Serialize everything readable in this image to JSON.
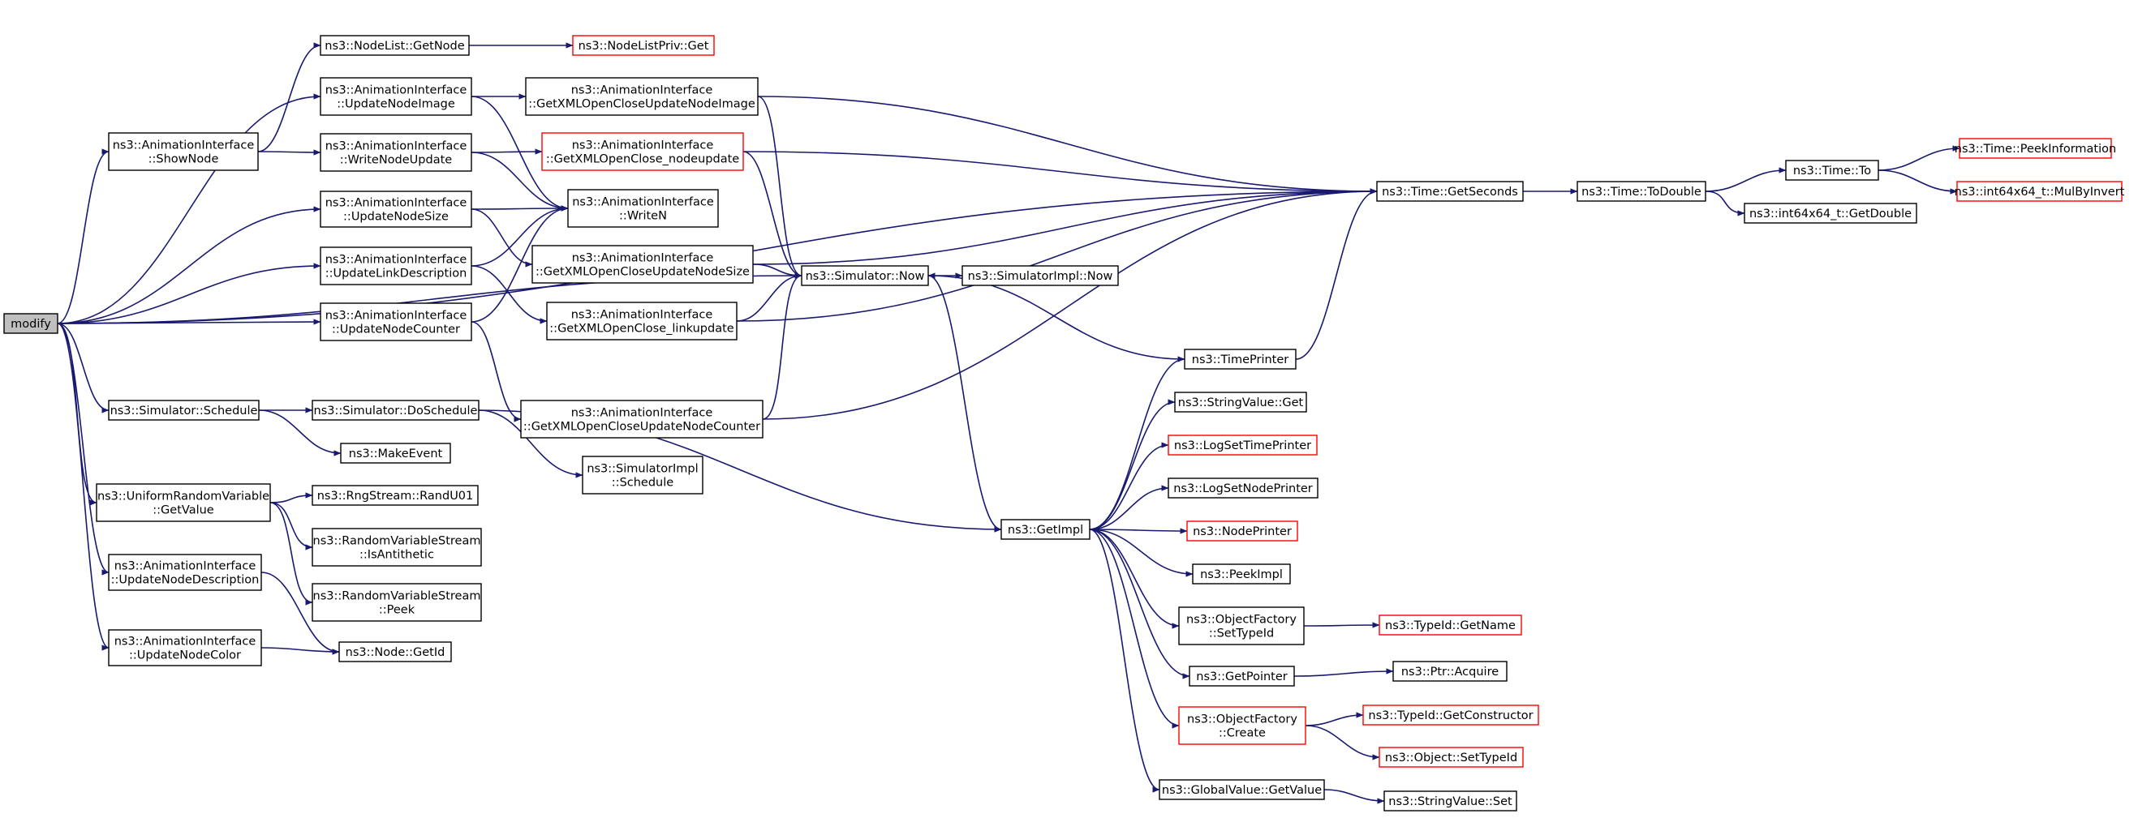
{
  "colors": {
    "edge": "#191970",
    "external_border": "#ff0000",
    "node_border": "#000000",
    "root_fill": "#bfbfbf"
  },
  "nodes": [
    {
      "id": "modify",
      "lines": [
        "modify"
      ],
      "kind": "root"
    },
    {
      "id": "showNode",
      "lines": [
        "ns3::AnimationInterface",
        "::ShowNode"
      ]
    },
    {
      "id": "schedule",
      "lines": [
        "ns3::Simulator::Schedule"
      ]
    },
    {
      "id": "urvGetValue",
      "lines": [
        "ns3::UniformRandomVariable",
        "::GetValue"
      ]
    },
    {
      "id": "updNodeDesc",
      "lines": [
        "ns3::AnimationInterface",
        "::UpdateNodeDescription"
      ]
    },
    {
      "id": "updNodeColor",
      "lines": [
        "ns3::AnimationInterface",
        "::UpdateNodeColor"
      ]
    },
    {
      "id": "nodeListGetNode",
      "lines": [
        "ns3::NodeList::GetNode"
      ]
    },
    {
      "id": "nodeListPrivGet",
      "lines": [
        "ns3::NodeListPriv::Get"
      ],
      "kind": "ext"
    },
    {
      "id": "updNodeImage",
      "lines": [
        "ns3::AnimationInterface",
        "::UpdateNodeImage"
      ]
    },
    {
      "id": "writeNodeUpdate",
      "lines": [
        "ns3::AnimationInterface",
        "::WriteNodeUpdate"
      ]
    },
    {
      "id": "updNodeSize",
      "lines": [
        "ns3::AnimationInterface",
        "::UpdateNodeSize"
      ]
    },
    {
      "id": "updLinkDesc",
      "lines": [
        "ns3::AnimationInterface",
        "::UpdateLinkDescription"
      ]
    },
    {
      "id": "updNodeCounter",
      "lines": [
        "ns3::AnimationInterface",
        "::UpdateNodeCounter"
      ]
    },
    {
      "id": "doSchedule",
      "lines": [
        "ns3::Simulator::DoSchedule"
      ]
    },
    {
      "id": "makeEvent",
      "lines": [
        "ns3::MakeEvent"
      ]
    },
    {
      "id": "randU01",
      "lines": [
        "ns3::RngStream::RandU01"
      ]
    },
    {
      "id": "isAntithetic",
      "lines": [
        "ns3::RandomVariableStream",
        "::IsAntithetic"
      ]
    },
    {
      "id": "peek",
      "lines": [
        "ns3::RandomVariableStream",
        "::Peek"
      ]
    },
    {
      "id": "nodeGetId",
      "lines": [
        "ns3::Node::GetId"
      ]
    },
    {
      "id": "xmlNodeImage",
      "lines": [
        "ns3::AnimationInterface",
        "::GetXMLOpenCloseUpdateNodeImage"
      ]
    },
    {
      "id": "xmlNodeupdate",
      "lines": [
        "ns3::AnimationInterface",
        "::GetXMLOpenClose_nodeupdate"
      ],
      "kind": "ext"
    },
    {
      "id": "writeN",
      "lines": [
        "ns3::AnimationInterface",
        "::WriteN"
      ]
    },
    {
      "id": "xmlNodeSize",
      "lines": [
        "ns3::AnimationInterface",
        "::GetXMLOpenCloseUpdateNodeSize"
      ]
    },
    {
      "id": "xmlLinkupdate",
      "lines": [
        "ns3::AnimationInterface",
        "::GetXMLOpenClose_linkupdate"
      ]
    },
    {
      "id": "xmlNodeCounter",
      "lines": [
        "ns3::AnimationInterface",
        "::GetXMLOpenCloseUpdateNodeCounter"
      ]
    },
    {
      "id": "simImplSchedule",
      "lines": [
        "ns3::SimulatorImpl",
        "::Schedule"
      ]
    },
    {
      "id": "simNow",
      "lines": [
        "ns3::Simulator::Now"
      ]
    },
    {
      "id": "simImplNow",
      "lines": [
        "ns3::SimulatorImpl::Now"
      ]
    },
    {
      "id": "getImpl",
      "lines": [
        "ns3::GetImpl"
      ]
    },
    {
      "id": "timePrinter",
      "lines": [
        "ns3::TimePrinter"
      ]
    },
    {
      "id": "stringValueGet",
      "lines": [
        "ns3::StringValue::Get"
      ]
    },
    {
      "id": "logSetTimePrinter",
      "lines": [
        "ns3::LogSetTimePrinter"
      ],
      "kind": "ext"
    },
    {
      "id": "logSetNodePrinter",
      "lines": [
        "ns3::LogSetNodePrinter"
      ]
    },
    {
      "id": "nodePrinter",
      "lines": [
        "ns3::NodePrinter"
      ],
      "kind": "ext"
    },
    {
      "id": "peekImpl",
      "lines": [
        "ns3::PeekImpl"
      ]
    },
    {
      "id": "ofSetTypeId",
      "lines": [
        "ns3::ObjectFactory",
        "::SetTypeId"
      ]
    },
    {
      "id": "getPointer",
      "lines": [
        "ns3::GetPointer"
      ]
    },
    {
      "id": "ofCreate",
      "lines": [
        "ns3::ObjectFactory",
        "::Create"
      ],
      "kind": "ext"
    },
    {
      "id": "gvGetValue",
      "lines": [
        "ns3::GlobalValue::GetValue"
      ]
    },
    {
      "id": "timeGetSeconds",
      "lines": [
        "ns3::Time::GetSeconds"
      ]
    },
    {
      "id": "timeToDouble",
      "lines": [
        "ns3::Time::ToDouble"
      ]
    },
    {
      "id": "timeTo",
      "lines": [
        "ns3::Time::To"
      ]
    },
    {
      "id": "getDouble",
      "lines": [
        "ns3::int64x64_t::GetDouble"
      ]
    },
    {
      "id": "peekInfo",
      "lines": [
        "ns3::Time::PeekInformation"
      ],
      "kind": "ext"
    },
    {
      "id": "mulByInvert",
      "lines": [
        "ns3::int64x64_t::MulByInvert"
      ],
      "kind": "ext"
    },
    {
      "id": "typeIdGetName",
      "lines": [
        "ns3::TypeId::GetName"
      ],
      "kind": "ext"
    },
    {
      "id": "ptrAcquire",
      "lines": [
        "ns3::Ptr::Acquire"
      ]
    },
    {
      "id": "typeIdGetCtor",
      "lines": [
        "ns3::TypeId::GetConstructor"
      ],
      "kind": "ext"
    },
    {
      "id": "objSetTypeId",
      "lines": [
        "ns3::Object::SetTypeId"
      ],
      "kind": "ext"
    },
    {
      "id": "stringValueSet",
      "lines": [
        "ns3::StringValue::Set"
      ]
    }
  ],
  "edges": [
    [
      "modify",
      "showNode"
    ],
    [
      "modify",
      "schedule"
    ],
    [
      "modify",
      "urvGetValue"
    ],
    [
      "modify",
      "updNodeDesc"
    ],
    [
      "modify",
      "updNodeColor"
    ],
    [
      "modify",
      "updNodeImage"
    ],
    [
      "modify",
      "updNodeSize"
    ],
    [
      "modify",
      "updLinkDesc"
    ],
    [
      "modify",
      "updNodeCounter"
    ],
    [
      "modify",
      "simNow"
    ],
    [
      "modify",
      "timeGetSeconds"
    ],
    [
      "showNode",
      "nodeListGetNode"
    ],
    [
      "showNode",
      "writeNodeUpdate"
    ],
    [
      "nodeListGetNode",
      "nodeListPrivGet"
    ],
    [
      "updNodeImage",
      "xmlNodeImage"
    ],
    [
      "updNodeImage",
      "writeN"
    ],
    [
      "writeNodeUpdate",
      "xmlNodeupdate"
    ],
    [
      "writeNodeUpdate",
      "writeN"
    ],
    [
      "updNodeSize",
      "writeN"
    ],
    [
      "updNodeSize",
      "xmlNodeSize"
    ],
    [
      "updLinkDesc",
      "writeN"
    ],
    [
      "updLinkDesc",
      "xmlLinkupdate"
    ],
    [
      "updNodeCounter",
      "writeN"
    ],
    [
      "updNodeCounter",
      "xmlNodeCounter"
    ],
    [
      "schedule",
      "doSchedule"
    ],
    [
      "schedule",
      "makeEvent"
    ],
    [
      "doSchedule",
      "simImplSchedule"
    ],
    [
      "doSchedule",
      "getImpl"
    ],
    [
      "urvGetValue",
      "randU01"
    ],
    [
      "urvGetValue",
      "isAntithetic"
    ],
    [
      "urvGetValue",
      "peek"
    ],
    [
      "updNodeDesc",
      "nodeGetId"
    ],
    [
      "updNodeColor",
      "nodeGetId"
    ],
    [
      "xmlNodeImage",
      "simNow"
    ],
    [
      "xmlNodeImage",
      "timeGetSeconds"
    ],
    [
      "xmlNodeupdate",
      "simNow"
    ],
    [
      "xmlNodeupdate",
      "timeGetSeconds"
    ],
    [
      "xmlNodeSize",
      "simNow"
    ],
    [
      "xmlNodeSize",
      "timeGetSeconds"
    ],
    [
      "xmlLinkupdate",
      "simNow"
    ],
    [
      "xmlLinkupdate",
      "timeGetSeconds"
    ],
    [
      "xmlNodeCounter",
      "simNow"
    ],
    [
      "xmlNodeCounter",
      "timeGetSeconds"
    ],
    [
      "simNow",
      "simImplNow"
    ],
    [
      "simNow",
      "getImpl"
    ],
    [
      "timePrinter",
      "simNow"
    ],
    [
      "timePrinter",
      "timeGetSeconds"
    ],
    [
      "getImpl",
      "timePrinter"
    ],
    [
      "getImpl",
      "stringValueGet"
    ],
    [
      "getImpl",
      "logSetTimePrinter"
    ],
    [
      "getImpl",
      "logSetNodePrinter"
    ],
    [
      "getImpl",
      "nodePrinter"
    ],
    [
      "getImpl",
      "peekImpl"
    ],
    [
      "getImpl",
      "ofSetTypeId"
    ],
    [
      "getImpl",
      "getPointer"
    ],
    [
      "getImpl",
      "ofCreate"
    ],
    [
      "getImpl",
      "gvGetValue"
    ],
    [
      "ofSetTypeId",
      "typeIdGetName"
    ],
    [
      "getPointer",
      "ptrAcquire"
    ],
    [
      "ofCreate",
      "typeIdGetCtor"
    ],
    [
      "ofCreate",
      "objSetTypeId"
    ],
    [
      "gvGetValue",
      "stringValueSet"
    ],
    [
      "timeGetSeconds",
      "timeToDouble"
    ],
    [
      "timeToDouble",
      "timeTo"
    ],
    [
      "timeToDouble",
      "getDouble"
    ],
    [
      "timeTo",
      "peekInfo"
    ],
    [
      "timeTo",
      "mulByInvert"
    ]
  ]
}
